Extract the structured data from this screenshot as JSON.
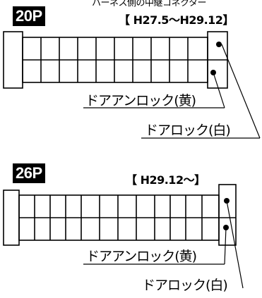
{
  "header_cut_text": "ハーネス側の中継コネクター",
  "connectors": [
    {
      "pin_count": "20P",
      "period": "【 H27.5〜H29.12】",
      "label_unlock": "ドアアンロック(黄)",
      "label_lock": "ドアロック(白)"
    },
    {
      "pin_count": "26P",
      "period": "【 H29.12〜】",
      "label_unlock": "ドアアンロック(黄)",
      "label_lock": "ドアロック(白)"
    }
  ]
}
